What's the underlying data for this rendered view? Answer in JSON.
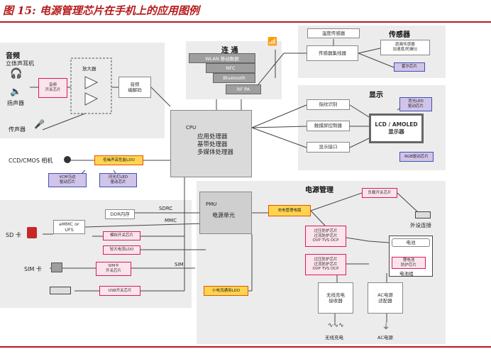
{
  "figure": {
    "title": "图 15: 电源管理芯片在手机上的应用图例"
  },
  "audio": {
    "heading": "音频",
    "stereo_headphone": "立体声耳机",
    "speaker": "扬声器",
    "microphone": "传声器",
    "audio_switch": "音频\n开关芯片",
    "amplifier": "放大器",
    "audio_codec": "音频\n编解码"
  },
  "connect": {
    "heading": "连 通",
    "wlan": "WLAN  移动数据",
    "nfc": "NFC",
    "bluetooth": "Bluetooth",
    "rf_pa": "RF PA"
  },
  "sensors": {
    "heading": "传感器",
    "temp": "温度传感器",
    "hub": "传感器集线器",
    "accel": "距离传感器\n加速度/陀螺仪",
    "hall": "霍尔芯片"
  },
  "display": {
    "heading": "显示",
    "fingerprint": "指纹识别",
    "touch": "触摸屏控制器",
    "display_if": "显示接口",
    "lcd": "LCD / AMOLED\n显示器",
    "backlight": "背光LED\n驱动芯片",
    "rgb": "RGB驱动芯片"
  },
  "cpu": {
    "label": "CPU",
    "lines": "应用处理器\n基带处理器\n多媒体处理器"
  },
  "camera": {
    "label": "CCD/CMOS 相机",
    "ldo": "低噪声高性能LDO",
    "vcm": "VCM马达\n驱动芯片",
    "flash": "闪光灯LED\n驱动芯片"
  },
  "power": {
    "heading": "电源管理",
    "pmu": "PMU",
    "pmu_unit": "电源单元",
    "charge_mgmt": "充电管理电路",
    "load_switch": "负载开关芯片",
    "external": "外设连接",
    "protect1": "过压防护芯片\n过流防护芯片\nOVP TVS OCP",
    "protect2": "过压防护芯片\n过流防护芯片\nOVP TVS OCP",
    "battery": "电池",
    "battery_protect": "锂电池\n防护芯片",
    "battery_pack": "电池组",
    "small_ldo": "小电流通用LDO",
    "wireless_rx": "无线充电\n接收器",
    "ac_adapter": "AC电源\n适配器",
    "wireless_label": "无线充电",
    "ac_label": "AC电源"
  },
  "storage": {
    "ddr": "DDR内存",
    "sdrc": "SDRC",
    "mmc": "MMC",
    "emmc": "eMMC or\nUFS",
    "sd_label": "SD 卡",
    "analog_switch": "模拟开关芯片",
    "big_ldo": "较大电流LDO",
    "sim_label": "SIM 卡",
    "sim_switch": "SIM卡\n开关芯片",
    "sim": "SIM",
    "usb_switch": "USB开关芯片"
  }
}
